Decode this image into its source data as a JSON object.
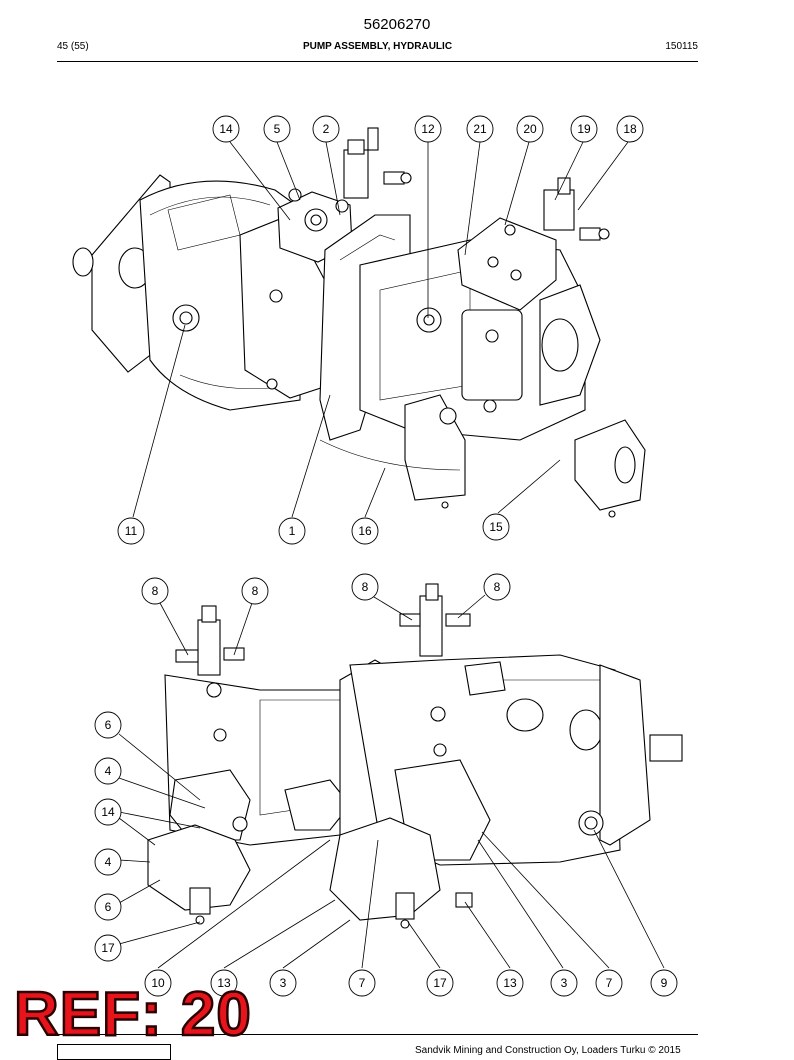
{
  "header": {
    "doc_number": "56206270",
    "page": "45 (55)",
    "title": "PUMP ASSEMBLY, HYDRAULIC",
    "date": "150115"
  },
  "footer": {
    "copyright": "Sandvik Mining and Construction Oy, Loaders Turku © 2015"
  },
  "stamp": {
    "text": "REF: 20",
    "color": "#e8141c"
  },
  "callouts_top": [
    "14",
    "5",
    "2",
    "12",
    "21",
    "20",
    "19",
    "18",
    "11",
    "1",
    "16",
    "15"
  ],
  "callouts_bottom": [
    "8",
    "8",
    "8",
    "8",
    "6",
    "4",
    "14",
    "4",
    "6",
    "17",
    "10",
    "13",
    "3",
    "7",
    "17",
    "13",
    "3",
    "7",
    "9"
  ]
}
